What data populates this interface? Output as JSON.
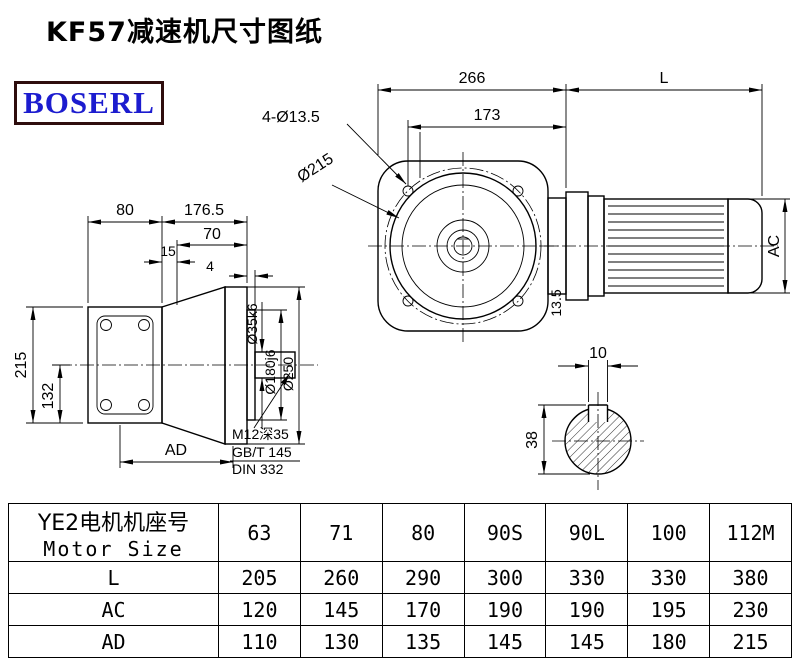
{
  "page": {
    "title": "KF57减速机尺寸图纸"
  },
  "logo": {
    "text": "BOSERL"
  },
  "drawing": {
    "front_view": {
      "dim_width": "266",
      "dim_motor_length": "L",
      "dim_bolt_span": "173",
      "holes_note": "4-Ø13.5",
      "flange_circle": "Ø215",
      "dim_motor_height": "AC",
      "dim_offset": "13.5"
    },
    "side_view": {
      "dim_housing": "80",
      "dim_body_length": "176.5",
      "dim_shaft_length": "70",
      "dim_step": "15",
      "dim_spigot": "4",
      "dim_height": "215",
      "dim_center_height": "132",
      "dim_ad": "AD",
      "shaft_diameter": "Ø35k6",
      "spigot_diameter": "Ø180j6",
      "flange_diameter": "Ø250",
      "note_tap": "M12深35",
      "note_std1": "GB/T 145",
      "note_std2": "DIN 332"
    },
    "shaft_section": {
      "dim_key_width": "10",
      "dim_total_height": "38"
    }
  },
  "table": {
    "header": {
      "label_line1": "YE2电机机座号",
      "label_line2": "Motor Size",
      "sizes": [
        "63",
        "71",
        "80",
        "90S",
        "90L",
        "100",
        "112M"
      ]
    },
    "rows": [
      {
        "label": "L",
        "values": [
          "205",
          "260",
          "290",
          "300",
          "330",
          "330",
          "380"
        ]
      },
      {
        "label": "AC",
        "values": [
          "120",
          "145",
          "170",
          "190",
          "190",
          "195",
          "230"
        ]
      },
      {
        "label": "AD",
        "values": [
          "110",
          "130",
          "135",
          "145",
          "145",
          "180",
          "215"
        ]
      }
    ]
  }
}
